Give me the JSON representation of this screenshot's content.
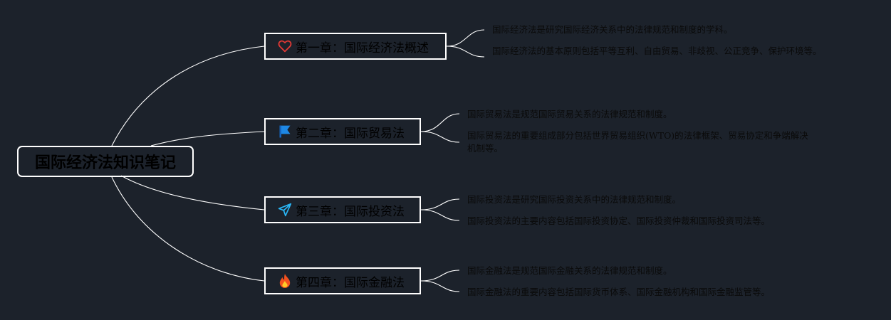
{
  "root": {
    "label": "国际经济法知识笔记"
  },
  "chapters": [
    {
      "label": "第一章：国际经济法概述",
      "icon": "heart-icon",
      "icon_color": "#e53935",
      "notes": [
        "国际经济法是研究国际经济关系中的法律规范和制度的学科。",
        "国际经济法的基本原则包括平等互利、自由贸易、非歧视、公正竞争、保护环境等。"
      ]
    },
    {
      "label": "第二章：国际贸易法",
      "icon": "flag-icon",
      "icon_color": "#1e88e5",
      "notes": [
        "国际贸易法是规范国际贸易关系的法律规范和制度。",
        "国际贸易法的重要组成部分包括世界贸易组织(WTO)的法律框架、贸易协定和争端解决机制等。"
      ]
    },
    {
      "label": "第三章：国际投资法",
      "icon": "paper-plane-icon",
      "icon_color": "#29b6f6",
      "notes": [
        "国际投资法是研究国际投资关系中的法律规范和制度。",
        "国际投资法的主要内容包括国际投资协定、国际投资仲裁和国际投资司法等。"
      ]
    },
    {
      "label": "第四章：国际金融法",
      "icon": "fire-icon",
      "icon_color": "#f4511e",
      "notes": [
        "国际金融法是规范国际金融关系的法律规范和制度。",
        "国际金融法的重要内容包括国际货币体系、国际金融机构和国际金融监管等。"
      ]
    }
  ]
}
